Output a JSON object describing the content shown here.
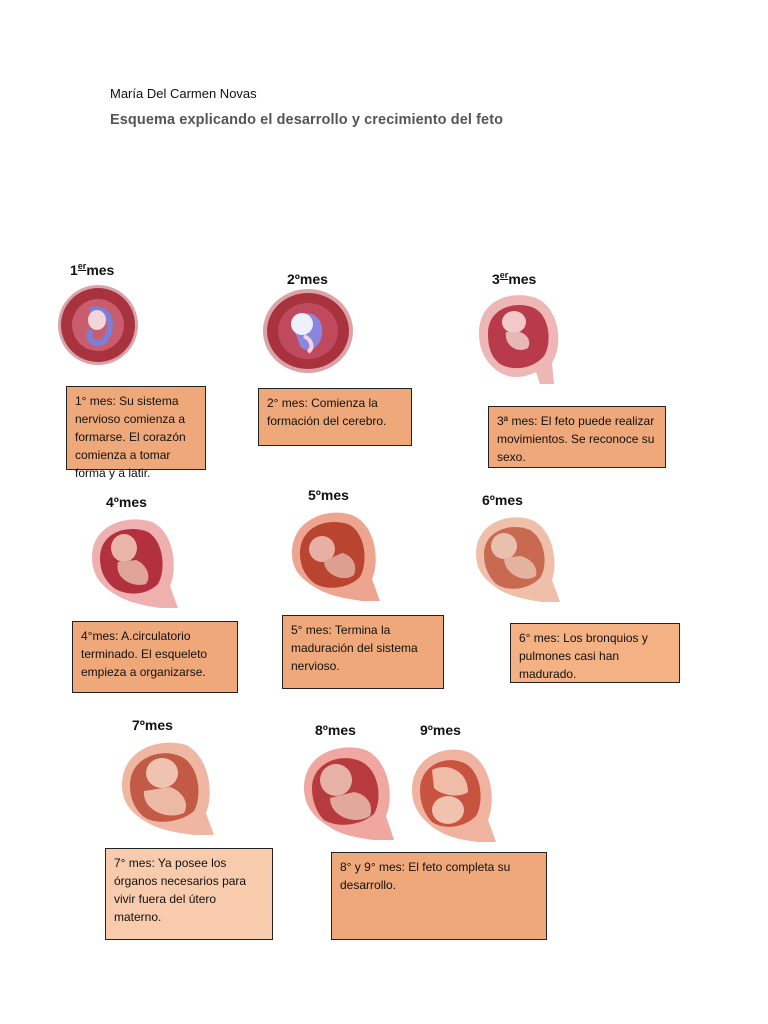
{
  "document": {
    "author": "María Del Carmen Novas",
    "title": "Esquema explicando el desarrollo y crecimiento del feto"
  },
  "months": [
    {
      "label_num": "1",
      "label_sup": "er",
      "label_word": "mes",
      "description": "1° mes: Su sistema nervioso comienza a formarse. El corazón comienza a tomar forma y a latir."
    },
    {
      "label_num": "2º",
      "label_sup": "",
      "label_word": "mes",
      "description": "2° mes: Comienza la formación del cerebro."
    },
    {
      "label_num": "3",
      "label_sup": "er",
      "label_word": "mes",
      "description": "3ª mes: El feto puede realizar movimientos. Se reconoce su sexo."
    },
    {
      "label_num": "4º",
      "label_sup": "",
      "label_word": "mes",
      "description": "4°mes: A.circulatorio terminado. El esqueleto empieza a organizarse."
    },
    {
      "label_num": "5º",
      "label_sup": "",
      "label_word": "mes",
      "description": "5° mes: Termina la maduración del sistema nervioso."
    },
    {
      "label_num": "6º",
      "label_sup": "",
      "label_word": "mes",
      "description": "6° mes: Los bronquios y pulmones casi han madurado."
    },
    {
      "label_num": "7º",
      "label_sup": "",
      "label_word": "mes",
      "description": "7° mes: Ya posee los órganos necesarios para vivir fuera del útero materno."
    },
    {
      "label_num": "8º",
      "label_sup": "",
      "label_word": "mes",
      "description": ""
    },
    {
      "label_num": "9º",
      "label_sup": "",
      "label_word": "mes",
      "description": "8° y 9° mes: El feto completa su desarrollo."
    }
  ],
  "colors": {
    "box_fill": "#f4b183",
    "box_fill_light": "#f8cbad",
    "uterus_dark": "#a8323e",
    "uterus_light": "#e9a0a0",
    "fetus_skin": "#e8b6a4"
  }
}
